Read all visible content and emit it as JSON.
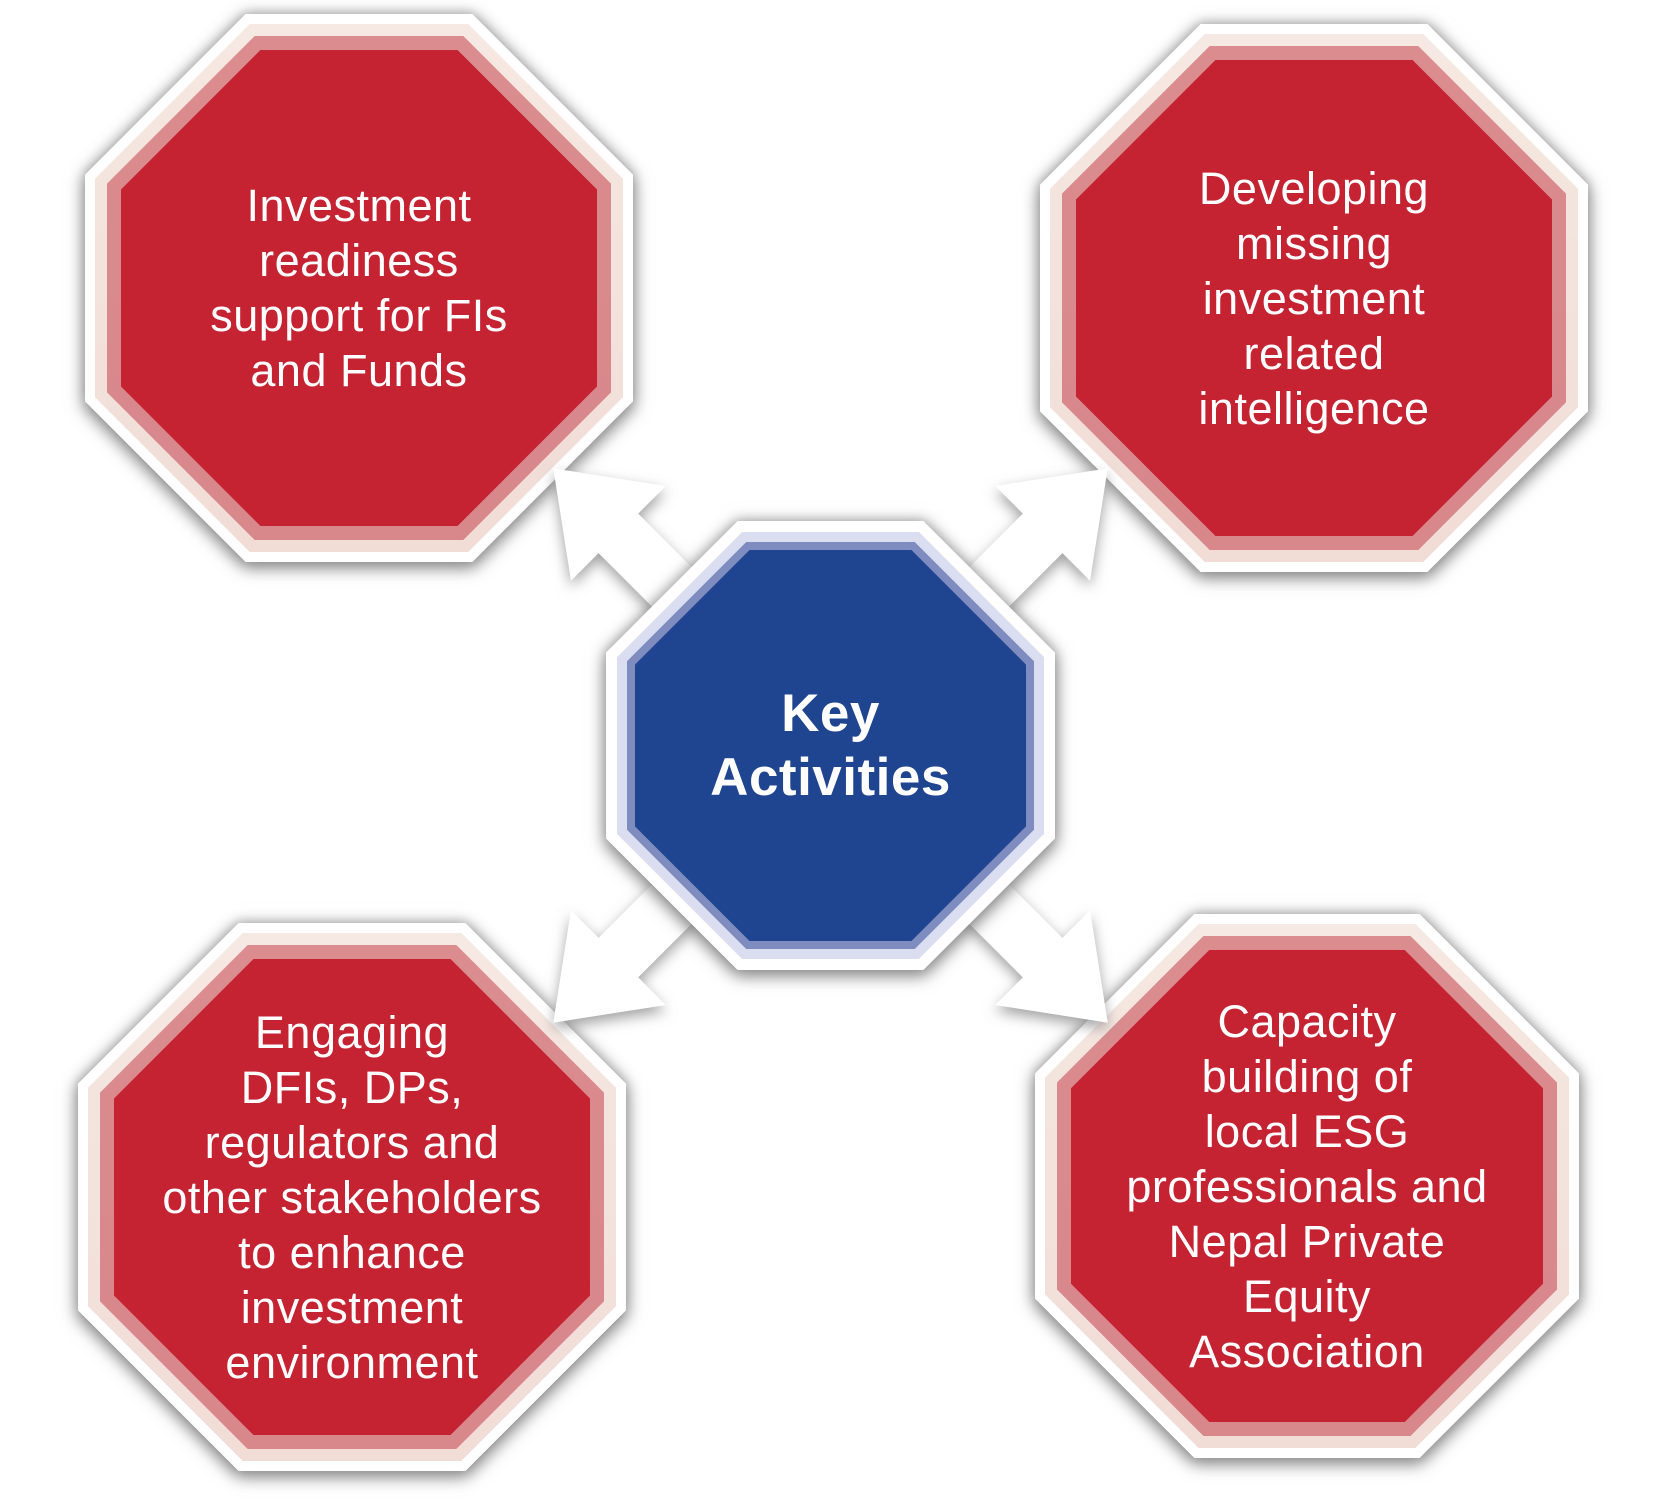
{
  "diagram": {
    "title": "Key Activities diagram",
    "center": {
      "id": "center",
      "lines": [
        "Key",
        "Activities"
      ]
    },
    "nodes": [
      {
        "id": "top-left",
        "lines": [
          "Investment",
          "readiness",
          "support for FIs",
          "and Funds"
        ]
      },
      {
        "id": "top-right",
        "lines": [
          "Developing",
          "missing",
          "investment",
          "related",
          "intelligence"
        ]
      },
      {
        "id": "bottom-left",
        "lines": [
          "Engaging",
          "DFIs, DPs,",
          "regulators and",
          "other stakeholders",
          "to enhance",
          "investment",
          "environment"
        ]
      },
      {
        "id": "bottom-right",
        "lines": [
          "Capacity",
          "building of",
          "local ESG",
          "professionals and",
          "Nepal Private",
          "Equity",
          "Association"
        ]
      }
    ],
    "colors": {
      "node_fill": "#C52232",
      "node_ring_light_pink": "#F5E7E2",
      "node_ring_mid_pink": "#D98B8D",
      "center_fill": "#1F4490",
      "center_ring_light_lavender": "#DADEF0",
      "center_ring_mid_periwinkle": "#7E8CBF",
      "border_white": "#FFFFFF",
      "arrow_fill": "#FFFFFF",
      "shadow_gray": "#9E9E9E",
      "text": "#FFFFFF",
      "background": "#FFFFFF"
    }
  }
}
